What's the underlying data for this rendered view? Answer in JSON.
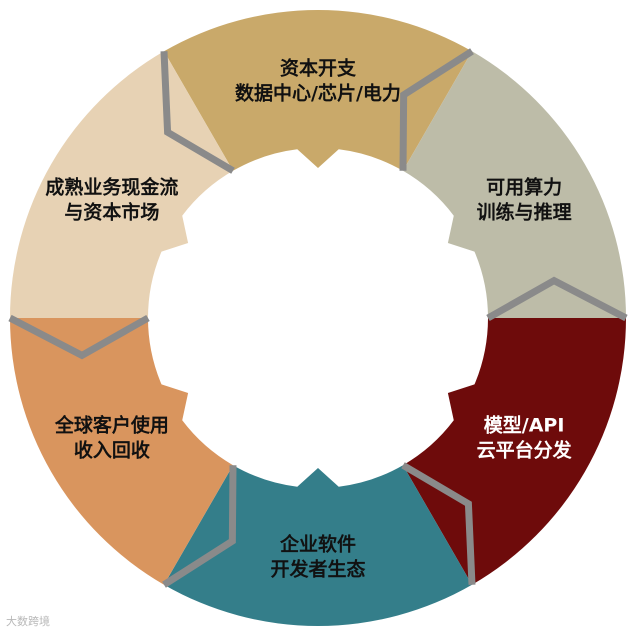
{
  "diagram": {
    "segments": [
      {
        "id": "capex",
        "lines": [
          "资本开支",
          "数据中心/芯片/电力"
        ],
        "color": "#C9A96A",
        "text_color": "#111111"
      },
      {
        "id": "compute",
        "lines": [
          "可用算力",
          "训练与推理"
        ],
        "color": "#BDBCA8",
        "text_color": "#111111"
      },
      {
        "id": "model",
        "lines": [
          "模型/API",
          "云平台分发"
        ],
        "color": "#6E0B0B",
        "text_color": "#FFFFFF"
      },
      {
        "id": "software",
        "lines": [
          "企业软件",
          "开发者生态"
        ],
        "color": "#347E8A",
        "text_color": "#111111"
      },
      {
        "id": "revenue",
        "lines": [
          "全球客户使用",
          "收入回收"
        ],
        "color": "#D9955E",
        "text_color": "#111111"
      },
      {
        "id": "cashflow",
        "lines": [
          "成熟业务现金流",
          "与资本市场"
        ],
        "color": "#E7D2B4",
        "text_color": "#111111"
      }
    ],
    "divider_color": "#8A8A8A"
  },
  "watermark": "大数跨境"
}
